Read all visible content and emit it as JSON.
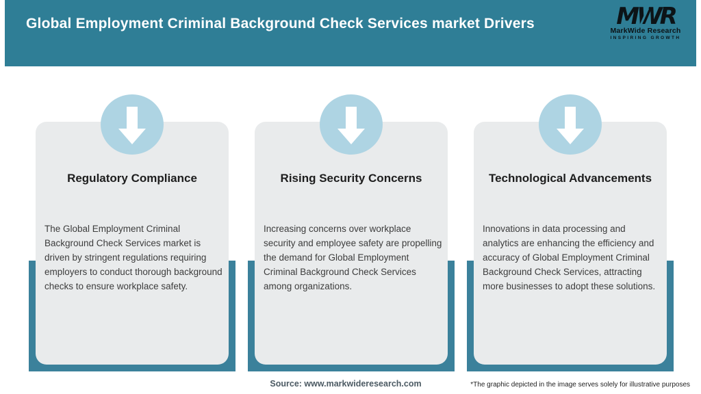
{
  "header": {
    "title": "Global Employment Criminal Background Check Services market Drivers",
    "logo": {
      "acronym": "MWR",
      "name": "MarkWide Research",
      "tagline": "INSPIRING GROWTH"
    }
  },
  "cards": [
    {
      "icon": "down-arrow-icon",
      "title": "Regulatory Compliance",
      "description": "The Global Employment Criminal Background Check Services market is driven by stringent regulations requiring employers to conduct thorough background checks to ensure workplace safety."
    },
    {
      "icon": "down-arrow-icon",
      "title": "Rising Security Concerns",
      "description": "Increasing concerns over workplace security and employee safety are propelling the demand for Global Employment Criminal Background Check Services among organizations."
    },
    {
      "icon": "down-arrow-icon",
      "title": "Technological Advancements",
      "description": "Innovations in data processing and analytics are enhancing the efficiency and accuracy of Global Employment Criminal Background Check Services, attracting more businesses to adopt these solutions."
    }
  ],
  "footer": {
    "source": "Source: www.markwideresearch.com",
    "disclaimer": "*The graphic depicted in the image serves solely for illustrative purposes"
  },
  "colors": {
    "header_teal": "#2f7e96",
    "bar_teal": "#3b819b",
    "circle_blue": "#aed4e3",
    "card_gray": "#e9ebec"
  }
}
